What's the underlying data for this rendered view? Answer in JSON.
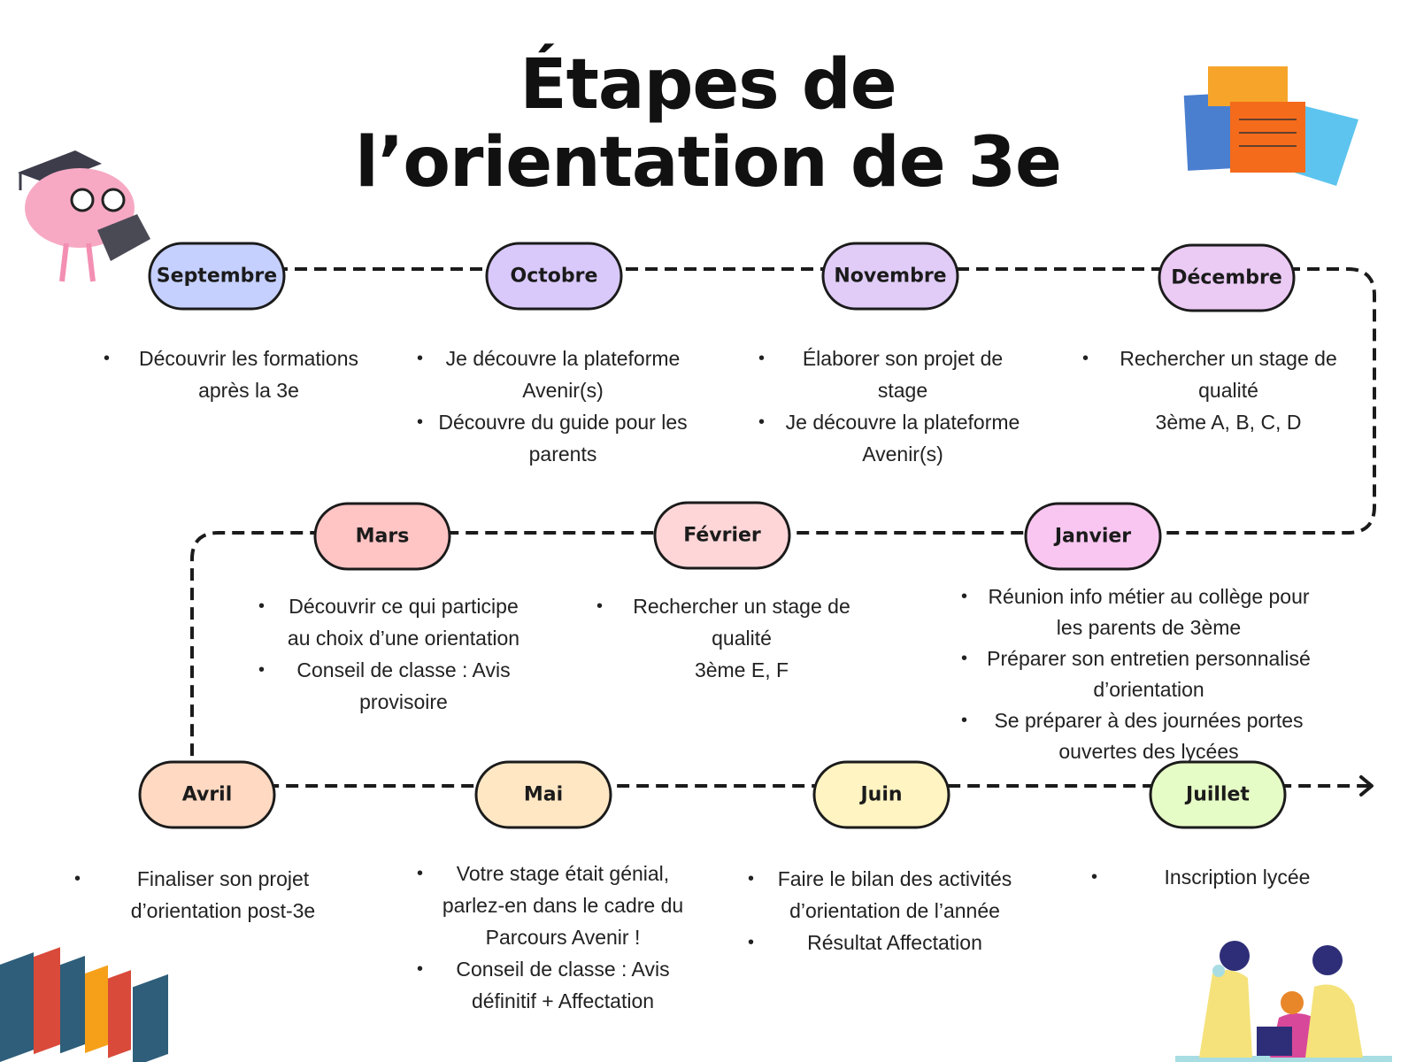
{
  "title": {
    "line1": "Étapes de",
    "line2": "l’orientation de 3e"
  },
  "months": [
    {
      "label": "Septembre",
      "color": "#c5d0ff",
      "items": [
        "Découvrir les formations après la 3e"
      ]
    },
    {
      "label": "Octobre",
      "color": "#d9c9fb",
      "items": [
        "Je découvre la plateforme Avenir(s)",
        "Découvre du guide pour les parents"
      ]
    },
    {
      "label": "Novembre",
      "color": "#e0ccf7",
      "items": [
        "Élaborer son projet de stage",
        "Je découvre la plateforme Avenir(s)"
      ]
    },
    {
      "label": "Décembre",
      "color": "#ebcaf4",
      "items": [
        "Rechercher un stage de qualité"
      ],
      "note": "3ème A, B, C, D"
    },
    {
      "label": "Janvier",
      "color": "#f8c6f0",
      "items": [
        "Réunion info métier au collège pour les parents de 3ème",
        "Préparer son entretien personnalisé d’orientation",
        "Se préparer à des journées portes ouvertes des lycées"
      ]
    },
    {
      "label": "Février",
      "color": "#ffd6d8",
      "items": [
        "Rechercher un stage de qualité"
      ],
      "note": "3ème E, F"
    },
    {
      "label": "Mars",
      "color": "#ffc4c4",
      "items": [
        "Découvrir ce qui participe au choix d’une orientation",
        "Conseil de classe : Avis provisoire"
      ]
    },
    {
      "label": "Avril",
      "color": "#ffd9c2",
      "items": [
        "Finaliser son projet d’orientation post-3e"
      ]
    },
    {
      "label": "Mai",
      "color": "#ffe7c4",
      "items": [
        "Votre stage était génial, parlez-en dans le cadre du Parcours Avenir !",
        "Conseil de classe : Avis définitif + Affectation"
      ]
    },
    {
      "label": "Juin",
      "color": "#fff4c2",
      "items": [
        "Faire le bilan des activités d’orientation de l’année",
        "Résultat Affectation"
      ]
    },
    {
      "label": "Juillet",
      "color": "#e6fcc6",
      "items": [
        "Inscription lycée"
      ]
    }
  ]
}
